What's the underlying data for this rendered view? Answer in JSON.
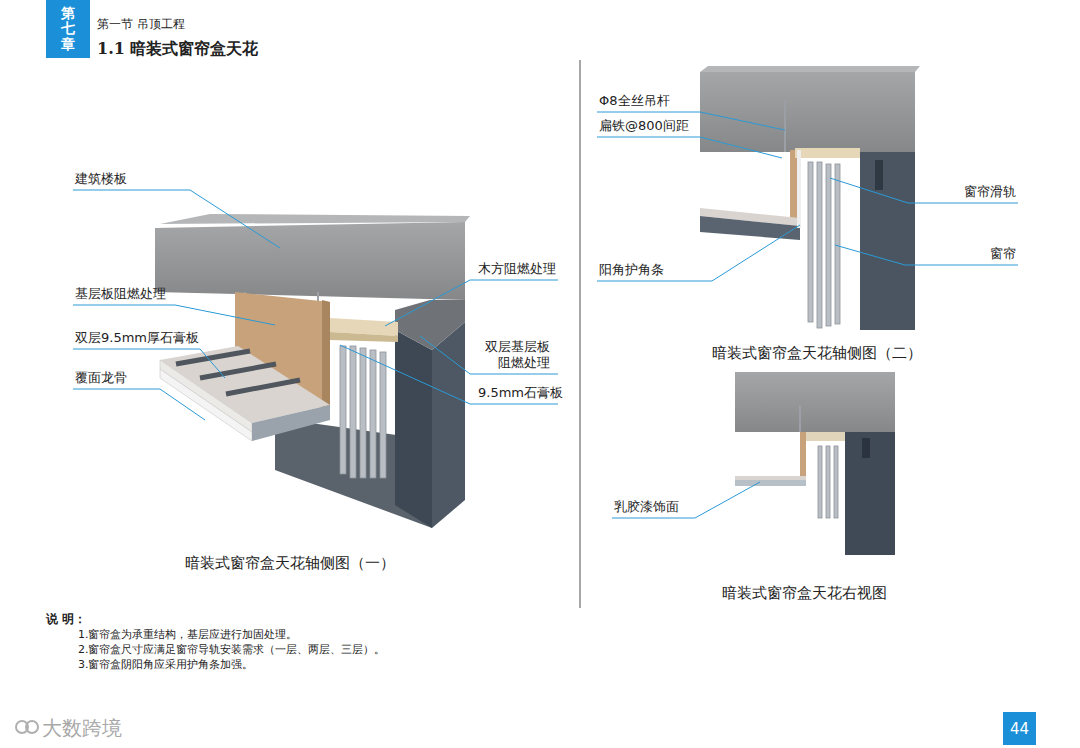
{
  "diagram": {
    "title": "1.1 暗装式窗帘盒天花",
    "nodes": [
      {
        "text": [
          "第七章"
        ]
      },
      {
        "text": [
          "44"
        ]
      }
    ],
    "labels": [
      "第一节 吊顶工程",
      "建筑楼板",
      "基层板阻燃处理",
      "双层9.5mm厚石膏板",
      "覆面龙骨",
      "木方阻燃处理",
      "双层基层板 阻燃处理",
      "9.5mm石膏板",
      "暗装式窗帘盒天花轴侧图（一）",
      "Φ8全丝吊杆",
      "扁铁@800间距",
      "窗帘滑轨",
      "窗帘",
      "阳角护角条",
      "暗装式窗帘盒天花轴侧图（二）",
      "乳胶漆饰面",
      "暗装式窗帘盒天花右视图",
      "说 明：",
      "1.窗帘盒为承重结构，基层应进行加固处理。",
      "2.窗帘盒尺寸应满足窗帘导轨安装需求（一层、两层、三层）。",
      "3.窗帘盒阴阳角应采用护角条加强。",
      "大数跨境"
    ]
  }
}
